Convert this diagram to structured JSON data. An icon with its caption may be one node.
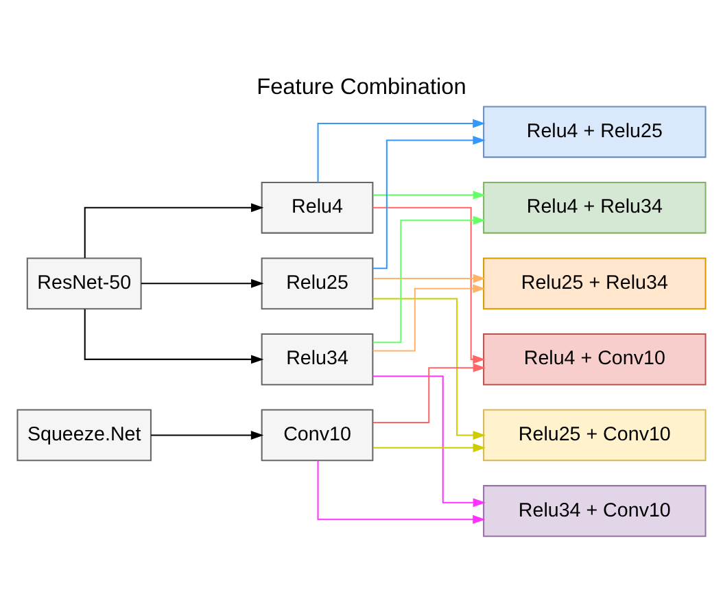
{
  "diagram": {
    "title": "Feature Combination",
    "nodes": [
      {
        "text": [
          "ResNet-50"
        ]
      },
      {
        "text": [
          "Squeeze.Net"
        ]
      },
      {
        "text": [
          "Relu4"
        ]
      },
      {
        "text": [
          "Relu25"
        ]
      },
      {
        "text": [
          "Relu34"
        ]
      },
      {
        "text": [
          "Conv10"
        ]
      },
      {
        "text": [
          "Relu4 + Relu25"
        ]
      },
      {
        "text": [
          "Relu4 + Relu34"
        ]
      },
      {
        "text": [
          "Relu25 + Relu34"
        ]
      },
      {
        "text": [
          "Relu4 + Conv10"
        ]
      },
      {
        "text": [
          "Relu25 + Conv10"
        ]
      },
      {
        "text": [
          "Relu34 + Conv10"
        ]
      }
    ],
    "edges": [
      {
        "from": 0,
        "to": 2,
        "arrow": "to"
      },
      {
        "from": 0,
        "to": 3,
        "arrow": "to"
      },
      {
        "from": 0,
        "to": 4,
        "arrow": "to"
      },
      {
        "from": 1,
        "to": 5,
        "arrow": "to"
      },
      {
        "from": 2,
        "to": 6,
        "arrow": "to",
        "color": "#3399ff"
      },
      {
        "from": 3,
        "to": 6,
        "arrow": "to",
        "color": "#3399ff"
      },
      {
        "from": 2,
        "to": 7,
        "arrow": "to",
        "color": "#66ff66"
      },
      {
        "from": 4,
        "to": 7,
        "arrow": "to",
        "color": "#66ff66"
      },
      {
        "from": 3,
        "to": 8,
        "arrow": "to",
        "color": "#ffb366"
      },
      {
        "from": 4,
        "to": 8,
        "arrow": "to",
        "color": "#ffb366"
      },
      {
        "from": 2,
        "to": 9,
        "arrow": "to",
        "color": "#ff6666"
      },
      {
        "from": 5,
        "to": 9,
        "arrow": "to",
        "color": "#ff6666"
      },
      {
        "from": 3,
        "to": 10,
        "arrow": "to",
        "color": "#cccc00"
      },
      {
        "from": 5,
        "to": 10,
        "arrow": "to",
        "color": "#cccc00"
      },
      {
        "from": 4,
        "to": 11,
        "arrow": "to",
        "color": "#ff33ff"
      },
      {
        "from": 5,
        "to": 11,
        "arrow": "to",
        "color": "#ff33ff"
      }
    ]
  }
}
